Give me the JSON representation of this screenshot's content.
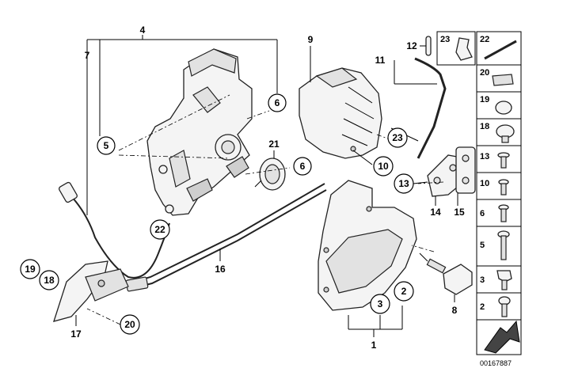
{
  "diagram": {
    "callouts": {
      "c1": "1",
      "c2": "2",
      "c3": "3",
      "c4": "4",
      "c5": "5",
      "c6a": "6",
      "c6b": "6",
      "c7": "7",
      "c8": "8",
      "c9": "9",
      "c10": "10",
      "c11": "11",
      "c12": "12",
      "c13": "13",
      "c14": "14",
      "c15": "15",
      "c16": "16",
      "c17": "17",
      "c18": "18",
      "c19": "19",
      "c20": "20",
      "c21": "21",
      "c22": "22",
      "c23": "23"
    },
    "side_panel": {
      "top_left": "23",
      "top_right": "22",
      "items": [
        "20",
        "19",
        "18",
        "13",
        "10",
        "6",
        "5",
        "3",
        "2"
      ]
    },
    "image_code": "00167887"
  }
}
